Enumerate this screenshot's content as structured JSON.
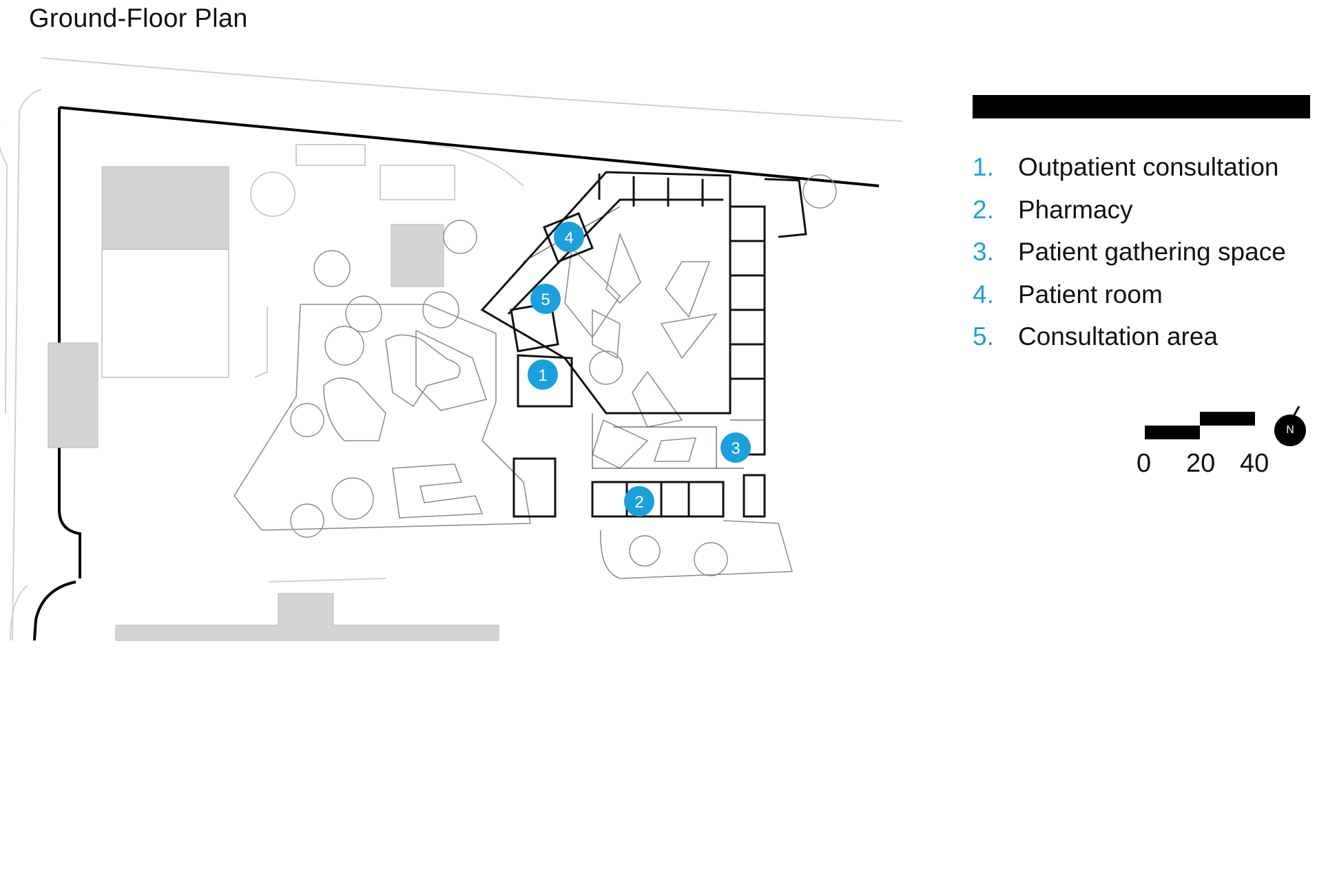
{
  "title": "Ground-Floor Plan",
  "accent_color": "#1aa0dc",
  "legend": [
    {
      "number": "1.",
      "label": "Outpatient consultation"
    },
    {
      "number": "2.",
      "label": "Pharmacy"
    },
    {
      "number": "3.",
      "label": "Patient gathering space"
    },
    {
      "number": "4.",
      "label": "Patient room"
    },
    {
      "number": "5.",
      "label": "Consultation area"
    }
  ],
  "markers": [
    "1",
    "2",
    "3",
    "4",
    "5"
  ],
  "scale": {
    "labels": [
      "0",
      "20",
      "40"
    ]
  },
  "north_label": "N",
  "north_icon": "north-arrow-icon"
}
